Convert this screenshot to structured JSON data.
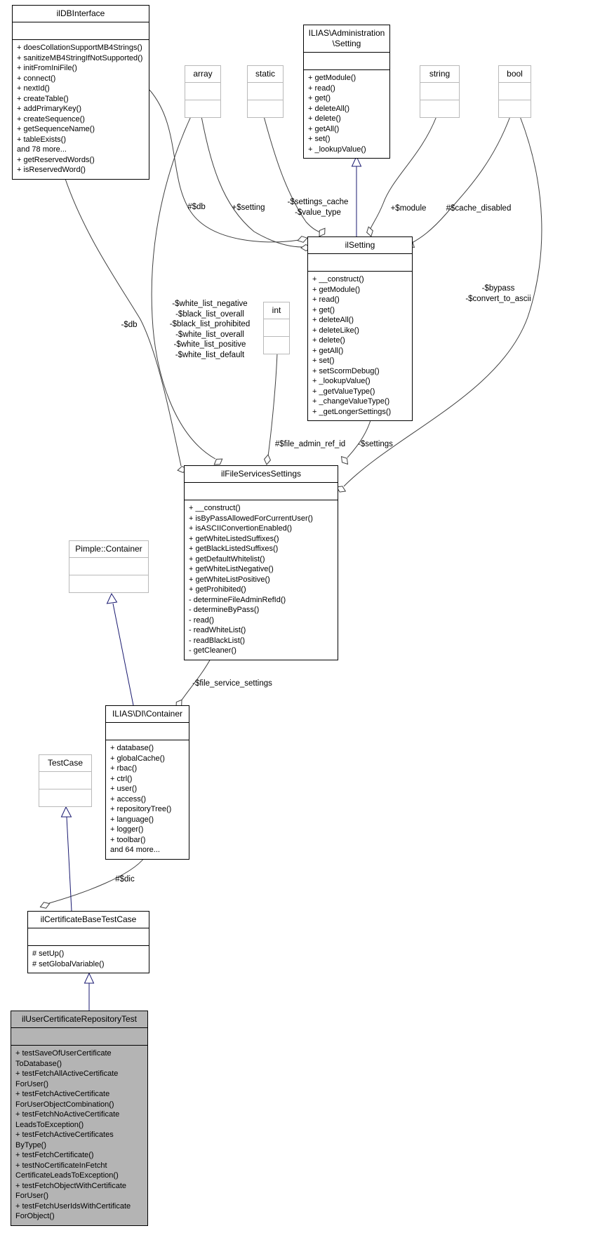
{
  "colors": {
    "background": "#ffffff",
    "class_border": "#000000",
    "minor_class_border": "#b9b9b9",
    "member_edge": "#404040",
    "inheritance_edge": "#191970",
    "highlight_class_fill": "#b4b4b4",
    "text": "#000000"
  },
  "classes": {
    "db_interface": {
      "title": "ilDBInterface",
      "methods": [
        "+ doesCollationSupportMB4Strings()",
        "+ sanitizeMB4StringIfNotSupported()",
        "+ initFromIniFile()",
        "+ connect()",
        "+ nextId()",
        "+ createTable()",
        "+ addPrimaryKey()",
        "+ createSequence()",
        "+ getSequenceName()",
        "+ tableExists()",
        "and 78 more...",
        "+ getReservedWords()",
        "+ isReservedWord()"
      ]
    },
    "admin_setting": {
      "title": "ILIAS\\Administration\n\\Setting",
      "methods": [
        "+ getModule()",
        "+ read()",
        "+ get()",
        "+ deleteAll()",
        "+ delete()",
        "+ getAll()",
        "+ set()",
        "+ _lookupValue()"
      ]
    },
    "type_array": {
      "title": "array"
    },
    "type_static": {
      "title": "static"
    },
    "type_string": {
      "title": "string"
    },
    "type_bool": {
      "title": "bool"
    },
    "type_int": {
      "title": "int"
    },
    "il_setting": {
      "title": "ilSetting",
      "methods": [
        "+ __construct()",
        "+ getModule()",
        "+ read()",
        "+ get()",
        "+ deleteAll()",
        "+ deleteLike()",
        "+ delete()",
        "+ getAll()",
        "+ set()",
        "+ setScormDebug()",
        "+ _lookupValue()",
        "+ _getValueType()",
        "+ _changeValueType()",
        "+ _getLongerSettings()"
      ]
    },
    "file_services_settings": {
      "title": "ilFileServicesSettings",
      "methods": [
        "+ __construct()",
        "+ isByPassAllowedForCurrentUser()",
        "+ isASCIIConvertionEnabled()",
        "+ getWhiteListedSuffixes()",
        "+ getBlackListedSuffixes()",
        "+ getDefaultWhitelist()",
        "+ getWhiteListNegative()",
        "+ getWhiteListPositive()",
        "+ getProhibited()",
        "- determineFileAdminRefId()",
        "- determineByPass()",
        "- read()",
        "- readWhiteList()",
        "- readBlackList()",
        "- getCleaner()"
      ]
    },
    "pimple_container": {
      "title": "Pimple::Container"
    },
    "di_container": {
      "title": "ILIAS\\DI\\Container",
      "methods": [
        "+ database()",
        "+ globalCache()",
        "+ rbac()",
        "+ ctrl()",
        "+ user()",
        "+ access()",
        "+ repositoryTree()",
        "+ language()",
        "+ logger()",
        "+ toolbar()",
        "and 64 more..."
      ]
    },
    "test_case": {
      "title": "TestCase"
    },
    "certificate_base_test_case": {
      "title": "ilCertificateBaseTestCase",
      "methods": [
        "# setUp()",
        "# setGlobalVariable()"
      ]
    },
    "user_certificate_repository_test": {
      "title": "ilUserCertificateRepositoryTest",
      "methods": [
        "+ testSaveOfUserCertificate",
        "ToDatabase()",
        "+ testFetchAllActiveCertificate",
        "ForUser()",
        "+ testFetchActiveCertificate",
        "ForUserObjectCombination()",
        "+ testFetchNoActiveCertificate",
        "LeadsToException()",
        "+ testFetchActiveCertificates",
        "ByType()",
        "+ testFetchCertificate()",
        "+ testNoCertificateInFetcht",
        "CertificateLeadsToException()",
        "+ testFetchObjectWithCertificate",
        "ForUser()",
        "+ testFetchUserIdsWithCertificate",
        "ForObject()"
      ]
    }
  },
  "edge_labels": {
    "db": "#$db",
    "setting": "+$setting",
    "settings_cache": "-$settings_cache\n-$value_type",
    "module": "+$module",
    "cache_disabled": "#$cache_disabled",
    "db2": "-$db",
    "white_lists": "-$white_list_negative\n-$black_list_overall\n-$black_list_prohibited\n-$white_list_overall\n-$white_list_positive\n-$white_list_default",
    "bypass": "-$bypass\n-$convert_to_ascii",
    "file_admin_ref_id": "#$file_admin_ref_id",
    "settings": "-$settings",
    "file_service_settings": "-$file_service_settings",
    "dic": "#$dic"
  }
}
